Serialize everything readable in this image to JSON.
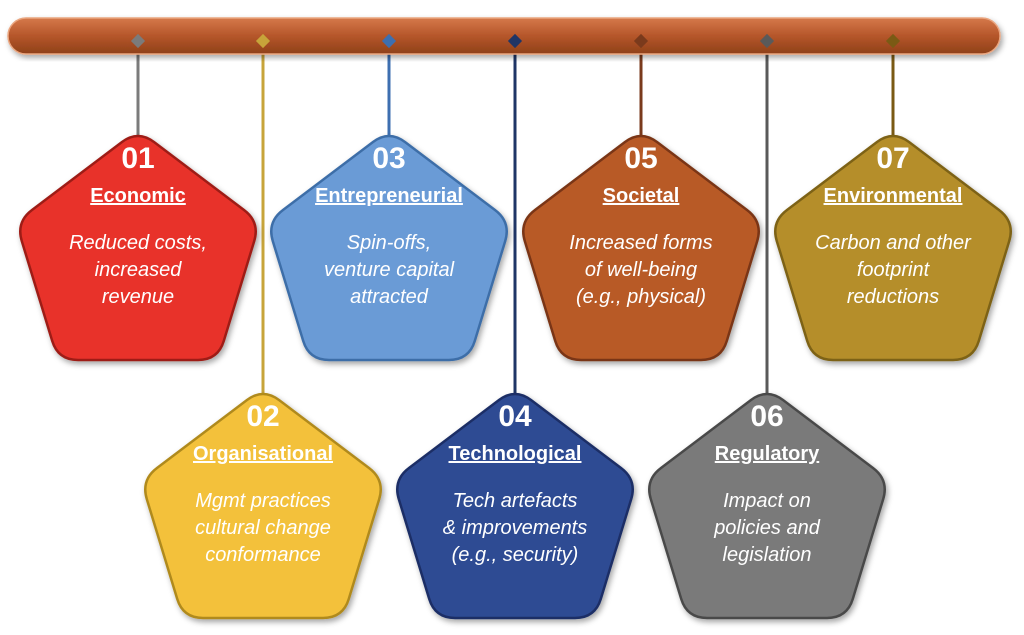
{
  "bar": {
    "color": "#b5562a",
    "edge": "#d98250"
  },
  "cards": [
    {
      "num": "01",
      "title": "Economic",
      "lines": [
        "Reduced costs,",
        "increased",
        "revenue"
      ],
      "fill": "#e8322a",
      "stroke": "#9e1f18",
      "string": "#7b7b7b"
    },
    {
      "num": "02",
      "title": "Organisational",
      "lines": [
        "Mgmt practices",
        "cultural change",
        "conformance"
      ],
      "fill": "#f3c13b",
      "stroke": "#b08a1e",
      "string": "#c7a43a"
    },
    {
      "num": "03",
      "title": "Entrepreneurial",
      "lines": [
        "Spin-offs,",
        "venture capital",
        "attracted"
      ],
      "fill": "#6a9bd6",
      "stroke": "#3e6ea8",
      "string": "#3d6fb0"
    },
    {
      "num": "04",
      "title": "Technological",
      "lines": [
        "Tech artefacts",
        "& improvements",
        "(e.g., security)"
      ],
      "fill": "#2f4b93",
      "stroke": "#1b2e66",
      "string": "#1f3566"
    },
    {
      "num": "05",
      "title": "Societal",
      "lines": [
        "Increased forms",
        "of well-being",
        "(e.g., physical)"
      ],
      "fill": "#b85a28",
      "stroke": "#7a3614",
      "string": "#7a3a1c"
    },
    {
      "num": "06",
      "title": "Regulatory",
      "lines": [
        "Impact on",
        "policies and",
        "legislation"
      ],
      "fill": "#7a7a7a",
      "stroke": "#4a4a4a",
      "string": "#5a5a5a"
    },
    {
      "num": "07",
      "title": "Environmental",
      "lines": [
        "Carbon and other",
        "footprint",
        "reductions"
      ],
      "fill": "#b58e2c",
      "stroke": "#7d6214",
      "string": "#7a5a14"
    }
  ]
}
